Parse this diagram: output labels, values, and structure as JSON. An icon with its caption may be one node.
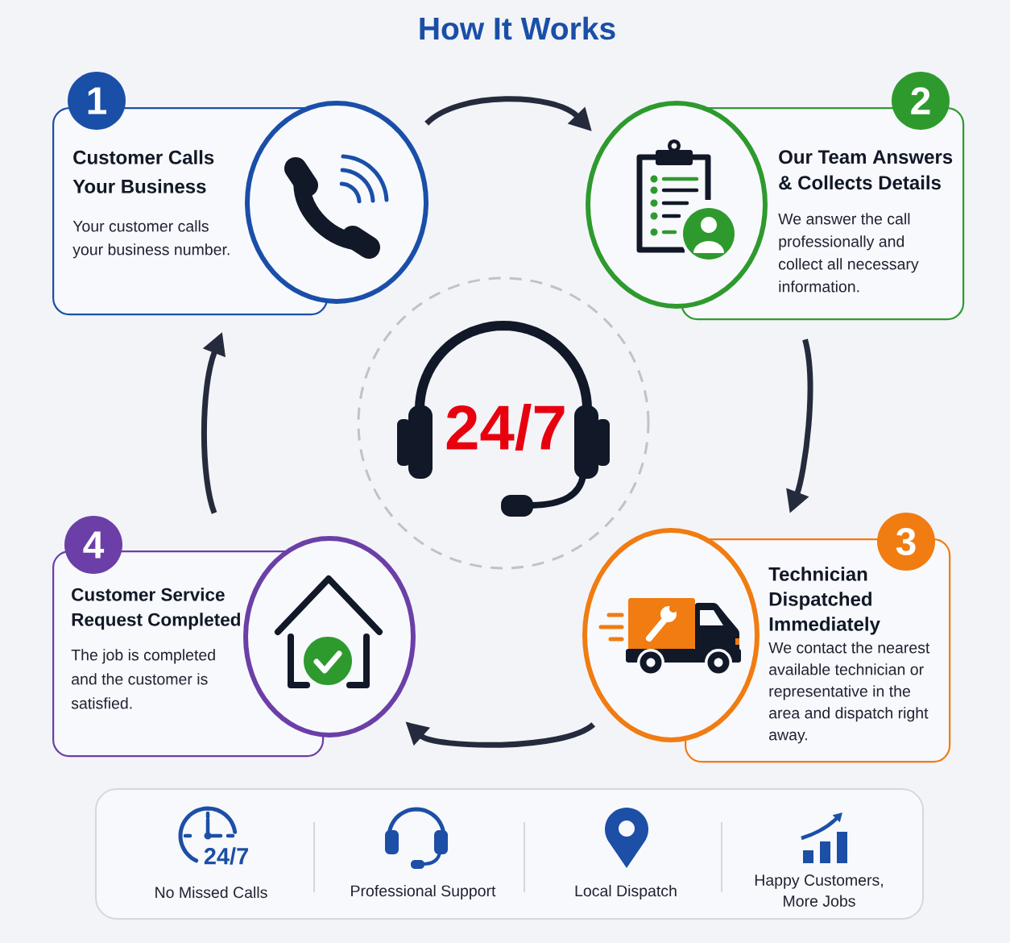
{
  "diagram": {
    "title": "How It Works",
    "nodes": [
      {
        "text": [
          "1"
        ]
      },
      {
        "text": [
          "Customer Calls Your Business",
          "Your customer calls your business number."
        ]
      },
      {
        "text": [],
        "shape": "circle"
      },
      {
        "text": [
          "2"
        ]
      },
      {
        "text": [
          "Our Team Answers & Collects Details",
          "We answer the call professionally and collect all necessary information."
        ]
      },
      {
        "text": [],
        "shape": "circle"
      },
      {
        "text": [
          "24/7"
        ]
      },
      {
        "text": [
          "4"
        ]
      },
      {
        "text": [
          "Customer Service Request Completed",
          "The job is completed and the customer is satisfied."
        ]
      },
      {
        "text": [],
        "shape": "circle"
      },
      {
        "text": [
          "3"
        ]
      },
      {
        "text": [
          "Technician Dispatched Immediately",
          "We contact the nearest available technician or representative in the area and dispatch right away."
        ]
      },
      {
        "text": [],
        "shape": "circle"
      },
      {
        "text": [
          "24/7",
          "No Missed Calls",
          "Professional Support",
          "Local Dispatch",
          "Happy Customers, More Jobs"
        ]
      }
    ],
    "edges": [
      {
        "from": 2,
        "to": 5,
        "arrow": "to"
      },
      {
        "from": 4,
        "to": 11,
        "arrow": "to"
      },
      {
        "from": 12,
        "to": 9,
        "arrow": "to"
      },
      {
        "from": 8,
        "to": 1,
        "arrow": "to"
      }
    ]
  }
}
